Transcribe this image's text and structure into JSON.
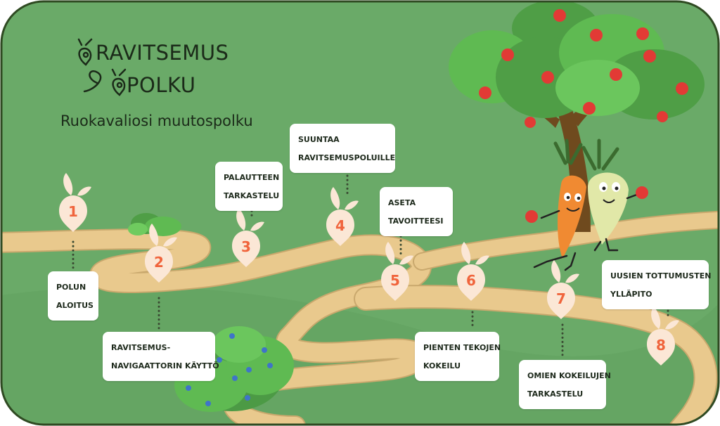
{
  "brand": {
    "line1": "RAVITSEMUS",
    "line2": "POLKU",
    "logo_icon": "pin-leaf-icon"
  },
  "subtitle": "Ruokavaliosi muutospolku",
  "colors": {
    "background": "#6aaa68",
    "frame": "#2f4a22",
    "path": "#e9c98d",
    "path_edge": "#c9a86d",
    "marker": "#fbe7d6",
    "marker_number": "#f0643c",
    "foliage": "#5fba52",
    "apple": "#e23a35",
    "trunk": "#6f4a1e"
  },
  "steps": [
    {
      "number": "1",
      "lines": [
        "POLUN",
        "ALOITUS"
      ]
    },
    {
      "number": "2",
      "lines": [
        "RAVITSEMUS-",
        "NAVIGAATTORIN KÄYTTÖ"
      ]
    },
    {
      "number": "3",
      "lines": [
        "PALAUTTEEN",
        "TARKASTELU"
      ]
    },
    {
      "number": "4",
      "lines": [
        "SUUNTAA",
        "RAVITSEMUSPOLUILLE"
      ]
    },
    {
      "number": "5",
      "lines": [
        "ASETA",
        "TAVOITTEESI"
      ]
    },
    {
      "number": "6",
      "lines": [
        "PIENTEN TEKOJEN",
        "KOKEILU"
      ]
    },
    {
      "number": "7",
      "lines": [
        "OMIEN KOKEILUJEN",
        "TARKASTELU"
      ]
    },
    {
      "number": "8",
      "lines": [
        "UUSIEN TOTTUMUSTEN",
        "YLLÄPITO"
      ]
    }
  ]
}
